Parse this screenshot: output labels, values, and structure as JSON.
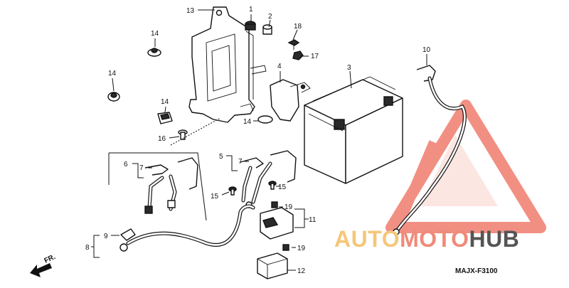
{
  "callouts": {
    "c1": "1",
    "c2": "2",
    "c3": "3",
    "c4": "4",
    "c5": "5",
    "c6": "6",
    "c7a": "7",
    "c7b": "7",
    "c8": "8",
    "c9": "9",
    "c10": "10",
    "c11": "11",
    "c12": "12",
    "c13": "13",
    "c14a": "14",
    "c14b": "14",
    "c14c": "14",
    "c14d": "14",
    "c15a": "15",
    "c15b": "15",
    "c16": "16",
    "c17": "17",
    "c18": "18",
    "c19a": "19",
    "c19b": "19"
  },
  "direction_marker": "FR.",
  "diagram_code": "MAJX-F3100",
  "watermark": {
    "part1": "AUTO",
    "part2": "MOTO",
    "part3": "HUB"
  },
  "colors": {
    "line": "#111111",
    "watermark_red": "#ee6a5a",
    "watermark_yellow": "#f5c77a",
    "watermark_gray": "#555555"
  }
}
